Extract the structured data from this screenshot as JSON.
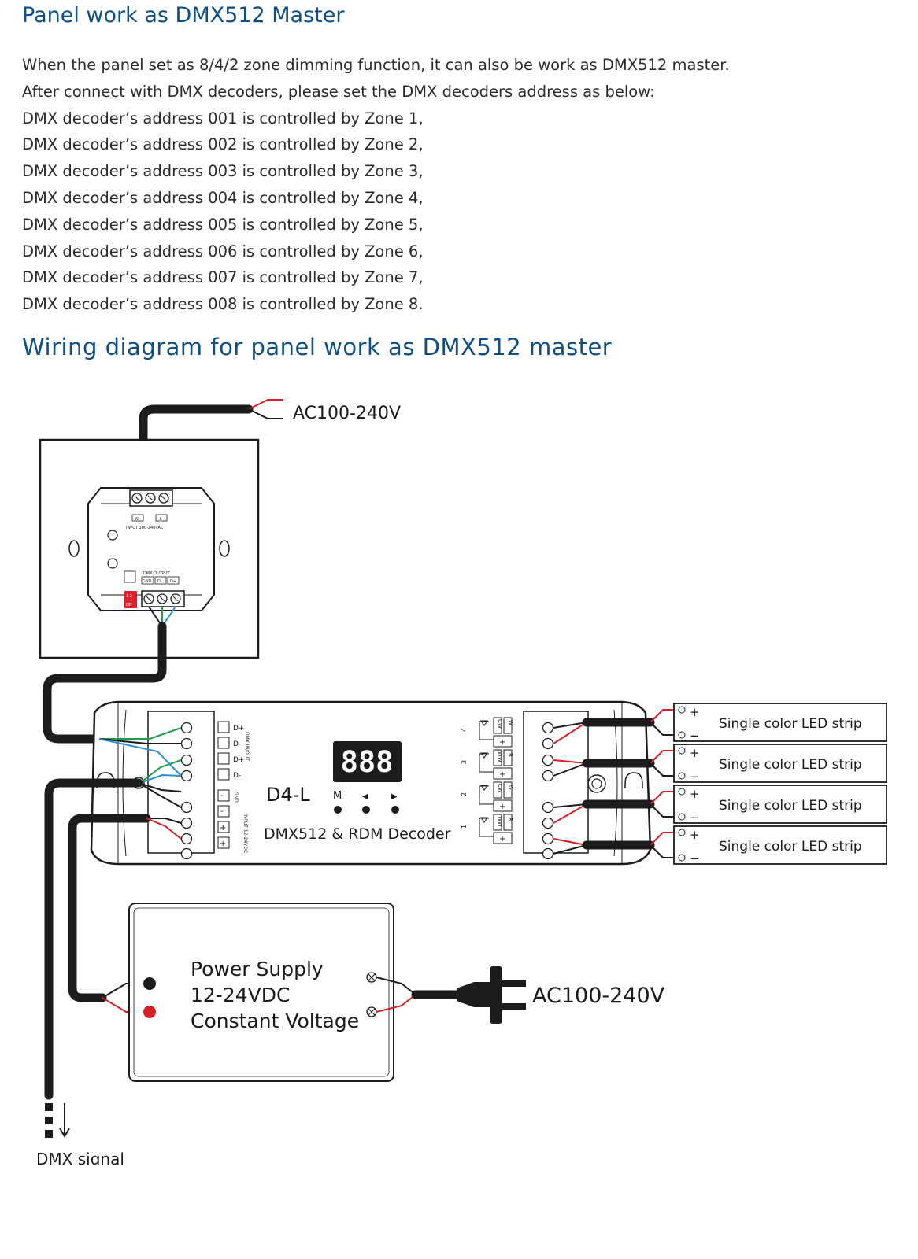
{
  "heading": "Panel work as DMX512 Master",
  "intro_lines": [
    "When the panel set as 8/4/2 zone dimming function, it can also be work as DMX512 master.",
    "After connect with DMX decoders, please set the DMX decoders address as below:",
    "DMX decoder’s address 001 is controlled by Zone 1,",
    "DMX decoder’s address 002 is controlled by Zone 2,",
    "DMX decoder’s address 003 is controlled by Zone 3,",
    "DMX decoder’s address 004 is controlled by Zone 4,",
    "DMX decoder’s address 005 is controlled by Zone 5,",
    "DMX decoder’s address 006 is controlled by Zone 6,",
    "DMX decoder’s address 007 is controlled by Zone 7,",
    "DMX decoder’s address 008 is controlled by Zone 8."
  ],
  "diagram_heading": "Wiring diagram for panel work as DMX512 master",
  "diagram": {
    "ac_top": "AC100-240V",
    "ac_plug": "AC100-240V",
    "panel_module": {
      "n_label": "N",
      "l_label": "L",
      "input_label": "INPUT 100-240VAC",
      "dmx_output_label": "DMX OUTPUT",
      "gnd": "GND",
      "d_minus": "D-",
      "d_plus": "D+",
      "dip_label": "1 2",
      "dip_on": "ON"
    },
    "decoder": {
      "model": "D4-L",
      "name": "DMX512 & RDM Decoder",
      "display": "888",
      "btn_m": "M",
      "btn_left": "◀",
      "btn_right": "▶",
      "dmx_terms": [
        "D+",
        "D-",
        "D+",
        "D-"
      ],
      "dmx_label": "DMX IN/OUT",
      "power_terms": [
        "-",
        "-",
        "+",
        "+"
      ],
      "gnd_label": "GND",
      "input_label": "INPUT 12-24VDC",
      "channel_numbers": [
        "4",
        "3",
        "2",
        "1"
      ],
      "channel_letters": [
        [
          "CW",
          "W"
        ],
        [
          "WW",
          "B"
        ],
        [
          "CW",
          "G"
        ],
        [
          "WW",
          "R"
        ]
      ],
      "plus": "+"
    },
    "led_strips": [
      "Single color LED strip",
      "Single color LED strip",
      "Single color LED strip",
      "Single color LED strip"
    ],
    "strip_plus": "+",
    "strip_minus": "−",
    "power_supply_lines": [
      "Power Supply",
      "12-24VDC",
      "Constant Voltage"
    ],
    "dmx_signal": "DMX signal"
  },
  "colors": {
    "heading": "#0d4f86",
    "text": "#2b2b2b",
    "wire_red": "#d81f26",
    "wire_green": "#1e9e4a",
    "wire_blue": "#2a8fd6",
    "cable": "#1c1c1c",
    "dip": "#e2202b"
  }
}
